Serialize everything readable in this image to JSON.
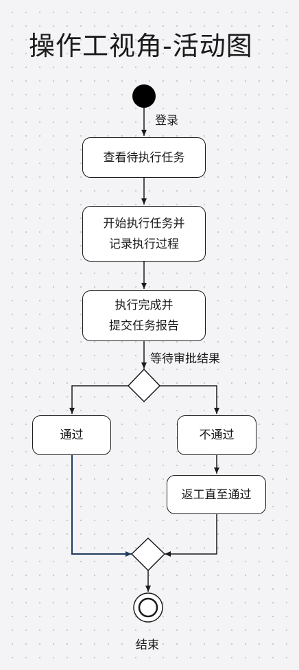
{
  "title": "操作工视角-活动图",
  "nodes": {
    "view_tasks": "查看待执行任务",
    "start_execution": {
      "line1": "开始执行任务并",
      "line2": "记录执行过程"
    },
    "complete": {
      "line1": "执行完成并",
      "line2": "提交任务报告"
    },
    "pass": "通过",
    "not_pass": "不通过",
    "rework": "返工直至通过"
  },
  "edge_labels": {
    "login": "登录",
    "await_review": "等待审批结果"
  },
  "end_label": "结束",
  "colors": {
    "stroke": "#1a1a1a",
    "highlight_edge": "#1f3a5f",
    "node_fill": "#ffffff",
    "background": "#f4f4f6"
  }
}
